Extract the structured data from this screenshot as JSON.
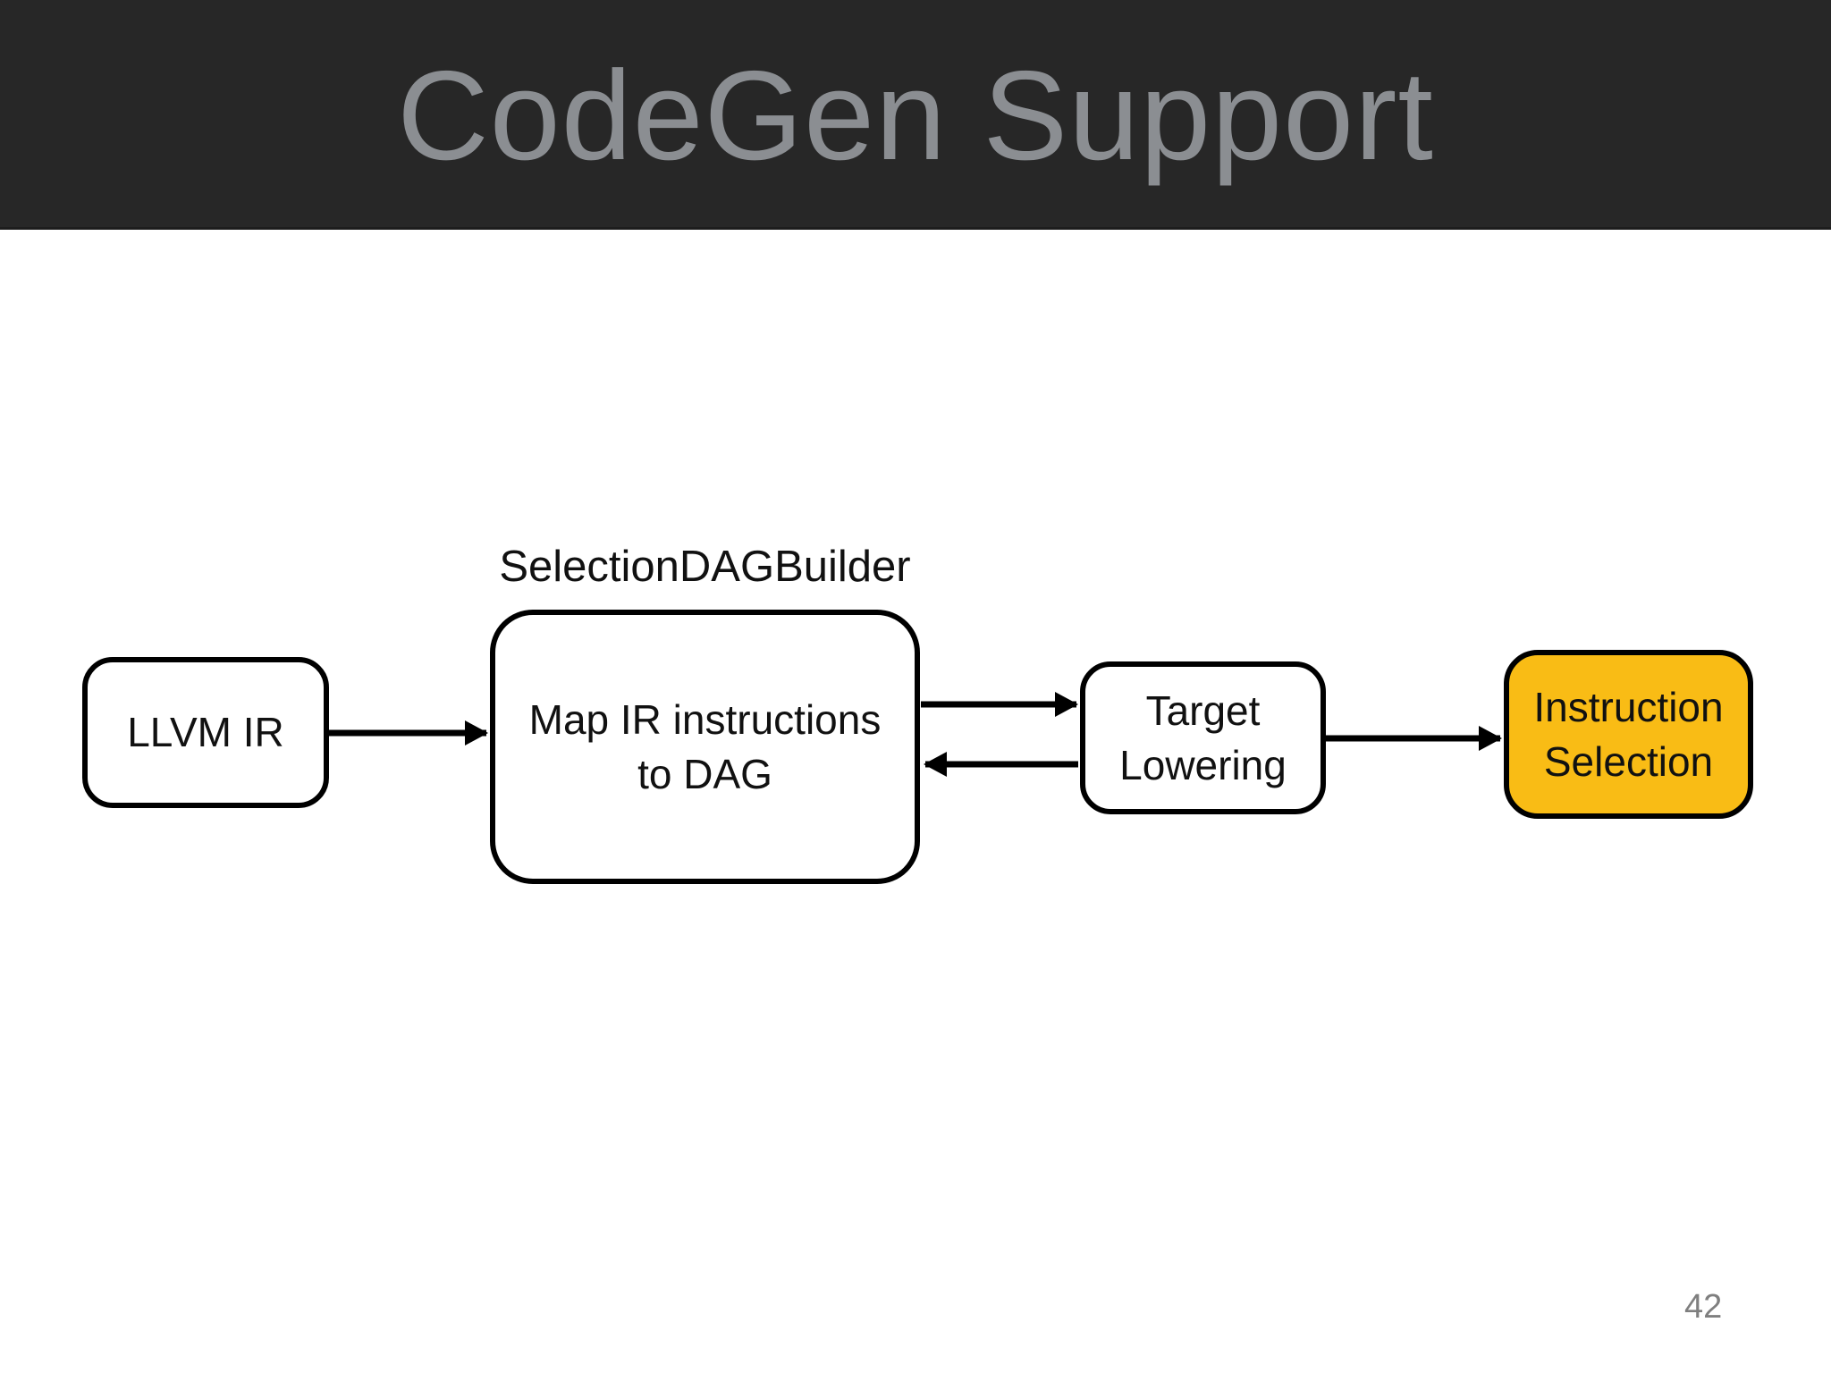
{
  "slide": {
    "title": "CodeGen Support",
    "page_number": "42"
  },
  "diagram": {
    "builder_label": "SelectionDAGBuilder",
    "nodes": {
      "llvm_ir": {
        "label": "LLVM IR"
      },
      "map_ir": {
        "line1": "Map IR instructions",
        "line2": "to DAG"
      },
      "target_lowering": {
        "line1": "Target",
        "line2": "Lowering"
      },
      "instruction_selection": {
        "line1": "Instruction",
        "line2": "Selection"
      }
    },
    "flow": [
      "LLVM IR -> Map IR instructions to DAG",
      "Map IR instructions to DAG -> Target Lowering",
      "Target Lowering -> Map IR instructions to DAG",
      "Target Lowering -> Instruction Selection"
    ]
  },
  "colors": {
    "header_bg": "#272727",
    "title_text": "#8B8E92",
    "highlight_box": "#F9BC15",
    "box_fill": "#FFFFFF",
    "box_border": "#000000",
    "arrow": "#000000",
    "page_number_text": "#7F7F7F"
  }
}
